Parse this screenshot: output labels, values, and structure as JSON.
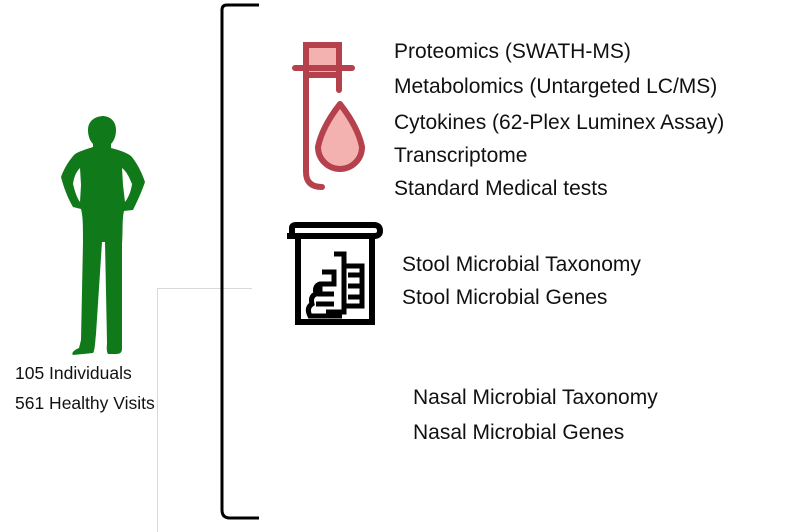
{
  "cohort": {
    "individuals": "105 Individuals",
    "visits": "561 Healthy Visits"
  },
  "blood_assays": [
    "Proteomics (SWATH-MS)",
    "Metabolomics (Untargeted LC/MS)",
    "Cytokines (62-Plex Luminex Assay)",
    "Transcriptome",
    "Standard Medical tests"
  ],
  "stool_assays": [
    "Stool Microbial Taxonomy",
    "Stool Microbial Genes"
  ],
  "nasal_assays": [
    "Nasal Microbial Taxonomy",
    "Nasal Microbial Genes"
  ],
  "colors": {
    "person": "#107a1a",
    "tube_stroke": "#b5414d",
    "tube_fill": "#f3b1b0"
  }
}
